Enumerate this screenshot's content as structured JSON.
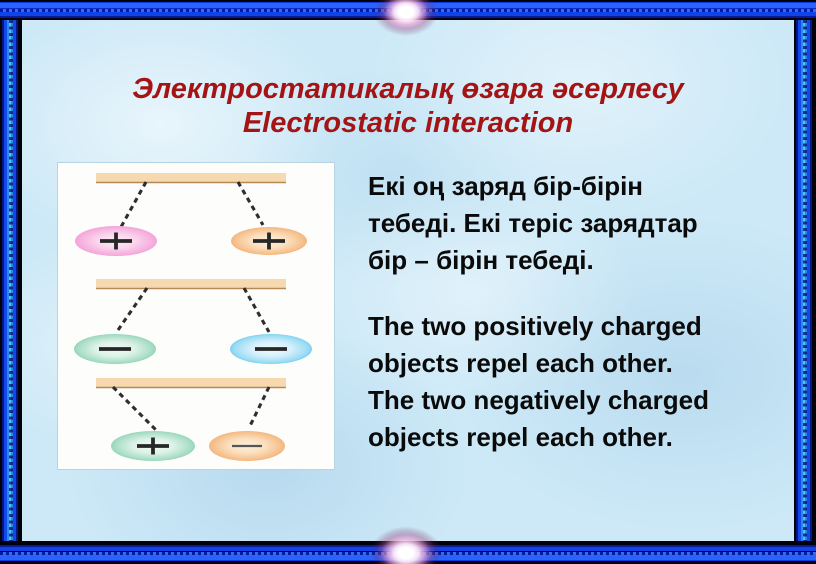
{
  "slide": {
    "title": {
      "line1": "Электростатикалық өзара әсерлесу",
      "line2": "Electrostatic interaction"
    },
    "body_kk": {
      "lines": [
        "Екі оң заряд бір-бірін",
        "тебеді. Екі теріс зарядтар",
        "бір – бірін тебеді."
      ]
    },
    "body_en": {
      "lines": [
        "The two positively charged",
        "objects repel each other.",
        "The two negatively charged",
        "objects repel each other."
      ]
    },
    "diagram": {
      "description": "Three pairs of charged balls hanging on threads from supports",
      "rows": [
        {
          "left": {
            "color_name": "pink",
            "sign": "+"
          },
          "right": {
            "color_name": "orange",
            "sign": "+"
          },
          "interaction": "repel"
        },
        {
          "left": {
            "color_name": "teal",
            "sign": "−"
          },
          "right": {
            "color_name": "blue",
            "sign": "−"
          },
          "interaction": "repel"
        },
        {
          "left": {
            "color_name": "teal",
            "sign": "+"
          },
          "right": {
            "color_name": "orange",
            "sign": "−"
          },
          "interaction": "attract"
        }
      ]
    },
    "colors": {
      "title_red": "#a51414",
      "body_text": "#0a0a0a",
      "slide_bg": "#cde9f7",
      "frame_blue": "#1f55f2",
      "frame_black": "#02020a",
      "support_bar_tan": "#f6d9ae",
      "ball_pink": "#f0a5d8",
      "ball_orange": "#f3b47c",
      "ball_teal": "#8fd4b8",
      "ball_blue": "#6fcbf0"
    }
  }
}
